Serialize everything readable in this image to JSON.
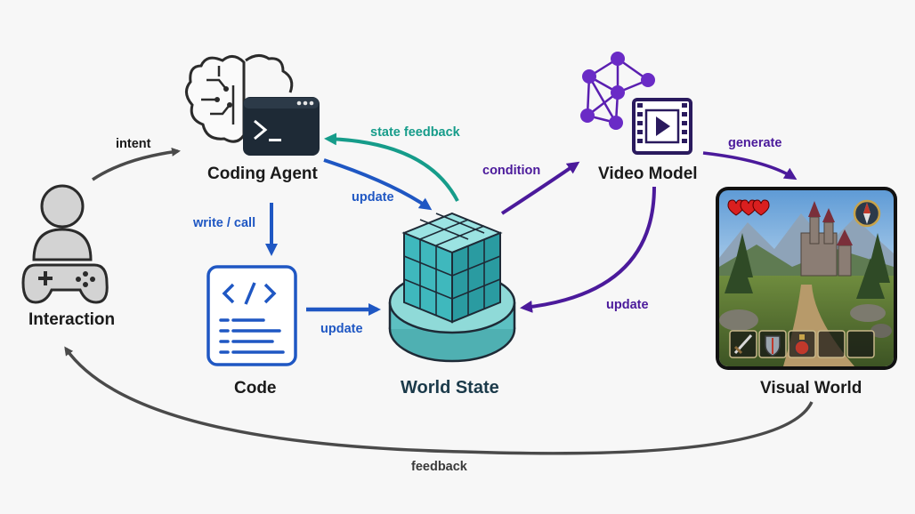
{
  "nodes": {
    "interaction": "Interaction",
    "coding_agent": "Coding Agent",
    "code": "Code",
    "world_state": "World State",
    "video_model": "Video Model",
    "visual_world": "Visual World"
  },
  "edges": {
    "intent": "intent",
    "write_call": "write / call",
    "update_agent_to_state": "update",
    "state_feedback": "state feedback",
    "update_code_to_state": "update",
    "condition": "condition",
    "generate": "generate",
    "update_video_to_state": "update",
    "feedback": "feedback"
  },
  "colors": {
    "gray_arrow": "#4a4a4a",
    "blue": "#1f57c3",
    "teal": "#169c8a",
    "purple": "#4b1a9b",
    "cube": "#3fb8bd",
    "dark": "#1e2a36"
  },
  "icons": {
    "interaction": "person-gamepad-icon",
    "coding_agent": "brain-terminal-icon",
    "code": "code-document-icon",
    "world_state": "cube-icon",
    "video_model": "network-video-icon",
    "visual_world": "game-scene-icon",
    "hud": [
      "heart-icon",
      "compass-icon",
      "sword-icon",
      "shield-icon",
      "potion-icon"
    ]
  }
}
